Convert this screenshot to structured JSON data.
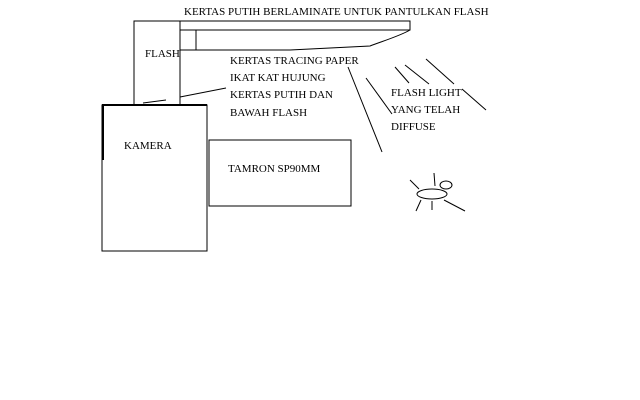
{
  "labels": {
    "top_paper": "KERTAS PUTIH BERLAMINATE UNTUK PANTULKAN FLASH",
    "flash": "FLASH",
    "tracing_1": "KERTAS TRACING PAPER",
    "tracing_2": "IKAT KAT HUJUNG",
    "tracing_3": "KERTAS PUTIH DAN",
    "tracing_4": "BAWAH FLASH",
    "kamera": "KAMERA",
    "lens": "TAMRON SP90MM",
    "diffuse_1": "FLASH LIGHT",
    "diffuse_2": "YANG TELAH",
    "diffuse_3": "DIFFUSE"
  },
  "icons": {
    "subject": "bug-icon",
    "light_rays": "ray-lines-icon"
  },
  "colors": {
    "ink": "#000000",
    "background": "#ffffff"
  }
}
